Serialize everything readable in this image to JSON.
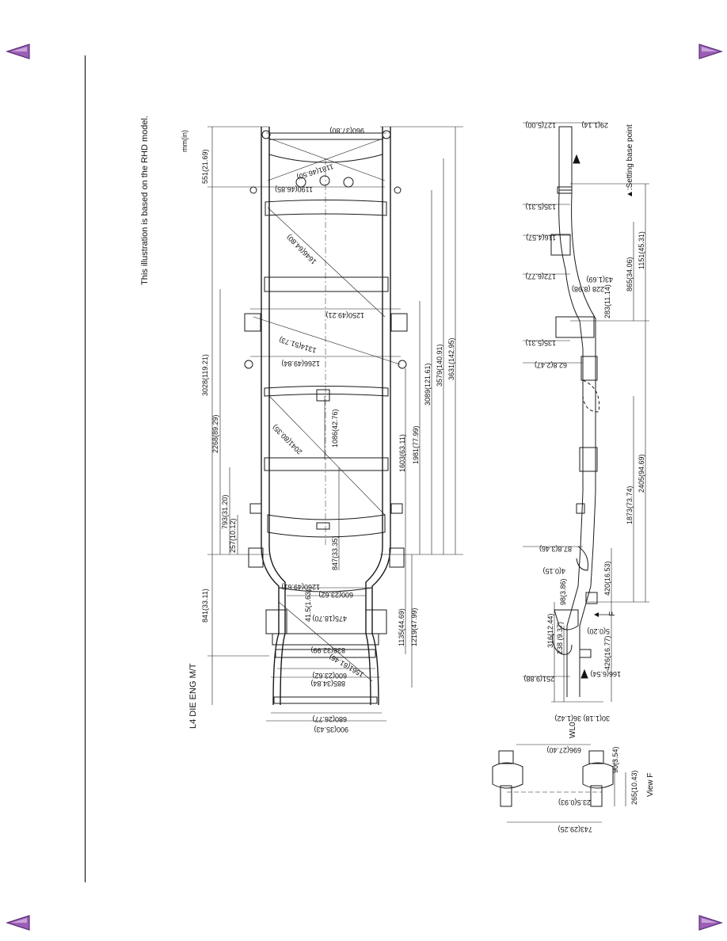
{
  "page": {
    "note_rhd": "This illustration is based on the RHD model.",
    "unit": "mm(in)",
    "model": "L4 DIE ENG M/T"
  },
  "colors": {
    "nav_arrow": "#9B5FB5",
    "nav_arrow_edge": "#5E2F7C",
    "line": "#1a1a1a"
  },
  "nav": {
    "prev_icon": "triangle-left-icon",
    "next_icon": "triangle-right-icon"
  },
  "plan": {
    "longitudinal": [
      "551(21.69)",
      "3028(119.21)",
      "2268(89.29)",
      "793(31.20)",
      "257(10.12)",
      "841(33.11)",
      "1135(44.69)",
      "1219(47.99)",
      "1086(42.76)",
      "847(33.35)",
      "1603(63.11)",
      "1981(77.99)",
      "3089(121.61)",
      "3579(140.91)",
      "3631(142.95)"
    ],
    "transverse": [
      "960(37.80)",
      "1181(46.50)",
      "1190(46.85)",
      "1646(64.80)",
      "1250(49.21)",
      "1314(51.73)",
      "1266(49.84)",
      "2041(80.35)",
      "1260(49.61)",
      "600(23.62)",
      "41.5(1.63)",
      "475(18.70)",
      "838(32.99)",
      "1561(61.46)",
      "600(23.62)",
      "885(34.84)",
      "680(26.77)",
      "900(35.43)"
    ]
  },
  "side": {
    "top": [
      "127(5.00)",
      "29(1.14)"
    ],
    "heights": [
      "135(5.31)",
      "116(4.57)",
      "172(6.77)",
      "43(1.69)",
      "228 (8.98)",
      "283(11.14)",
      "135(5.31)",
      "62.8(2.47)",
      "87.8(3.46)",
      "4(0.15)",
      "98(3.86)",
      "5(0.20)",
      "251(9.88)",
      "166(6.54)",
      "36(1.42)",
      "30(1.18)"
    ],
    "lengths": [
      "865(34.06)",
      "1151(45.31)",
      "2405(94.69)",
      "1873(73.74)",
      "420(16.53)",
      "426(16.77)",
      "316(12.44)",
      "238 (9.37)"
    ],
    "setting_note": "▲:Setting base point",
    "view_arrow": "F",
    "wl0": "WL0"
  },
  "viewf": {
    "title": "View F",
    "dims": [
      "696(27.40)",
      "90(3.54)",
      "265(10.43)",
      "23.5(0.93)",
      "743(29.25)"
    ]
  }
}
